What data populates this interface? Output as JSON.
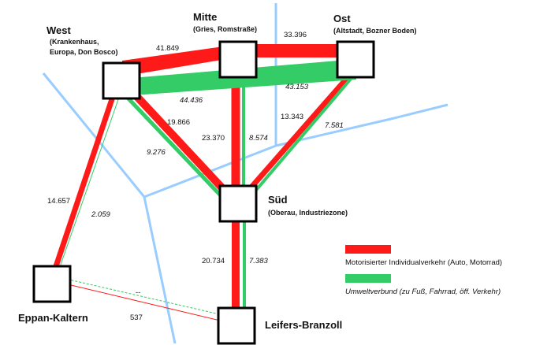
{
  "colors": {
    "motorized": "#ff1a1a",
    "eco": "#33cc66",
    "river": "#99ccff",
    "node_border": "#000000"
  },
  "nodes": {
    "west": {
      "title": "West",
      "subtitle_1": "(Krankenhaus,",
      "subtitle_2": "Europa, Don Bosco)"
    },
    "mitte": {
      "title": "Mitte",
      "subtitle_1": "(Gries, Romstraße)"
    },
    "ost": {
      "title": "Ost",
      "subtitle_1": "(Altstadt, Bozner Boden)"
    },
    "sued": {
      "title": "Süd",
      "subtitle_1": "(Oberau, Industriezone)"
    },
    "eppan": {
      "title": "Eppan-Kaltern"
    },
    "leifers": {
      "title": "Leifers-Branzoll"
    }
  },
  "flows": {
    "west_mitte_car": "41.849",
    "mitte_ost_car": "33.396",
    "west_ost_eco": "44.436",
    "mitte_ost_eco": "43.153",
    "west_sued_car": "19.866",
    "west_sued_eco": "9.276",
    "mitte_sued_car": "23.370",
    "mitte_sued_eco": "8.574",
    "ost_sued_car": "13.343",
    "ost_sued_eco": "7.581",
    "west_eppan_car": "14.657",
    "west_eppan_eco": "2.059",
    "sued_leifers_car": "20.734",
    "sued_leifers_eco": "7.383",
    "eppan_leifers_eco": "--",
    "eppan_leifers_car": "537"
  },
  "legend": {
    "motorized_label": "Motorisierter Individualverkehr (Auto, Motorrad)",
    "eco_label": "Umweltverbund (zu Fuß, Fahrrad, öff. Verkehr)"
  }
}
